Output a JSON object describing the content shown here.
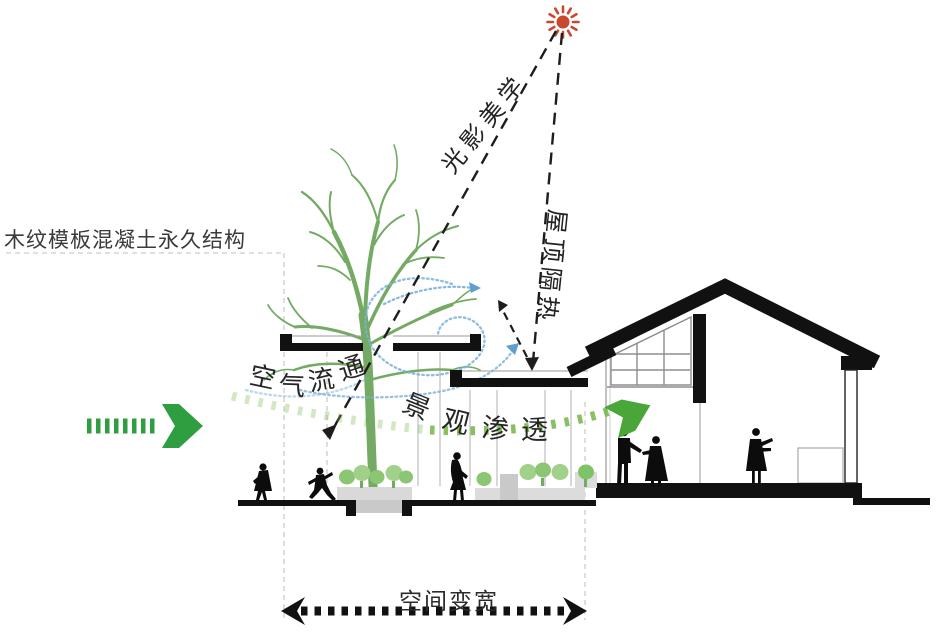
{
  "labels": {
    "structure": "木纹模板混凝土永久结构",
    "light_aesthetics": "光影美学",
    "roof_insulation": "屋顶隔热",
    "air_circulation": {
      "chars": [
        "空",
        "气",
        "流",
        "通"
      ]
    },
    "landscape_infiltration": {
      "chars": [
        "景",
        "观",
        "渗",
        "透"
      ]
    },
    "space_widening": "空间变宽"
  },
  "icons": {
    "sun": "sun-icon",
    "entry_arrow": "green-dashed-arrow-right",
    "landscape_arrow": "green-dashed-arc-arrow",
    "dimension_arrow": "black-dashed-double-arrow"
  },
  "colors": {
    "accent_green": "#2f9e41",
    "landscape_green": "#76b548",
    "tree_green": "#74aa64",
    "bush_green": "#8cc573",
    "flow_blue": "#7ab2d9",
    "sun_red": "#c8492f",
    "ink": "#141414",
    "planter_gray": "#d9d9d9",
    "construction_gray": "#c2c2c2"
  }
}
